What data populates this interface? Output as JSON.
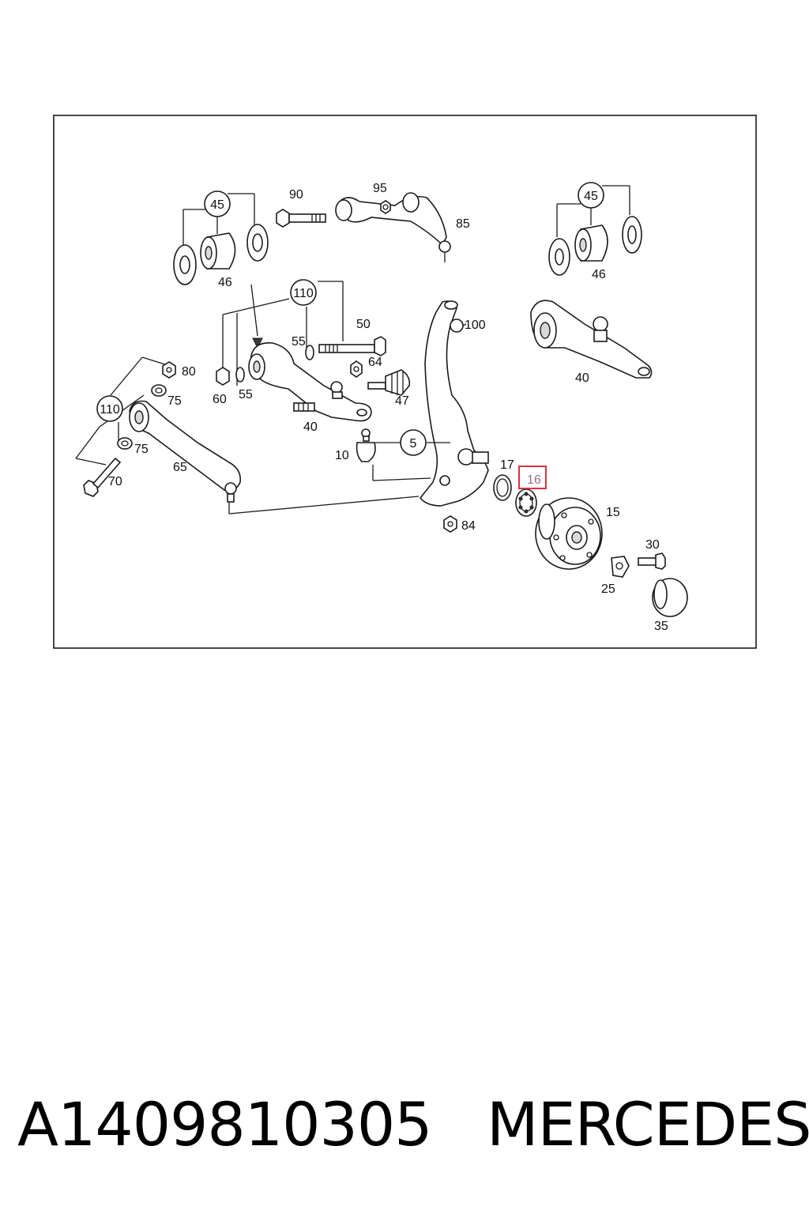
{
  "diagram": {
    "labels": {
      "l45a": "45",
      "l46a": "46",
      "l90": "90",
      "l95": "95",
      "l85": "85",
      "l45b": "45",
      "l46b": "46",
      "l110a": "110",
      "l55a": "55",
      "l50": "50",
      "l100": "100",
      "l80": "80",
      "l75a": "75",
      "l60": "60",
      "l55b": "55",
      "l64": "64",
      "l47": "47",
      "l40a": "40",
      "l40b": "40",
      "l110b": "110",
      "l75b": "75",
      "l65": "65",
      "l70": "70",
      "l10": "10",
      "l5": "5",
      "l17": "17",
      "l16": "16",
      "l15": "15",
      "l84": "84",
      "l30": "30",
      "l25": "25",
      "l35": "35"
    },
    "highlighted_part": "16",
    "highlight_color": "#e0303a"
  },
  "caption": {
    "part_number": "A1409810305",
    "brand": "MERCEDES"
  }
}
